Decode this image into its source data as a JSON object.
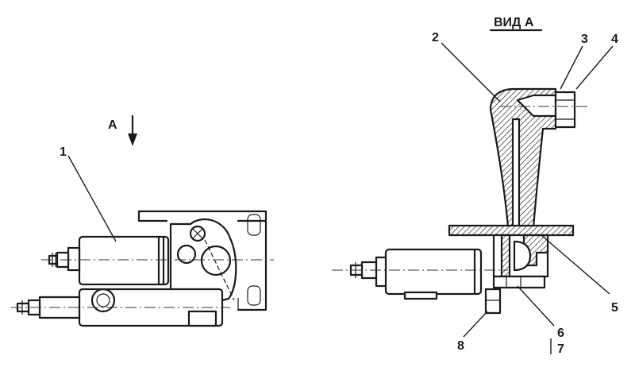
{
  "view_title": "ВИД А",
  "view_marker": "А",
  "callouts": [
    "1",
    "2",
    "3",
    "4",
    "5",
    "6",
    "7",
    "8"
  ]
}
